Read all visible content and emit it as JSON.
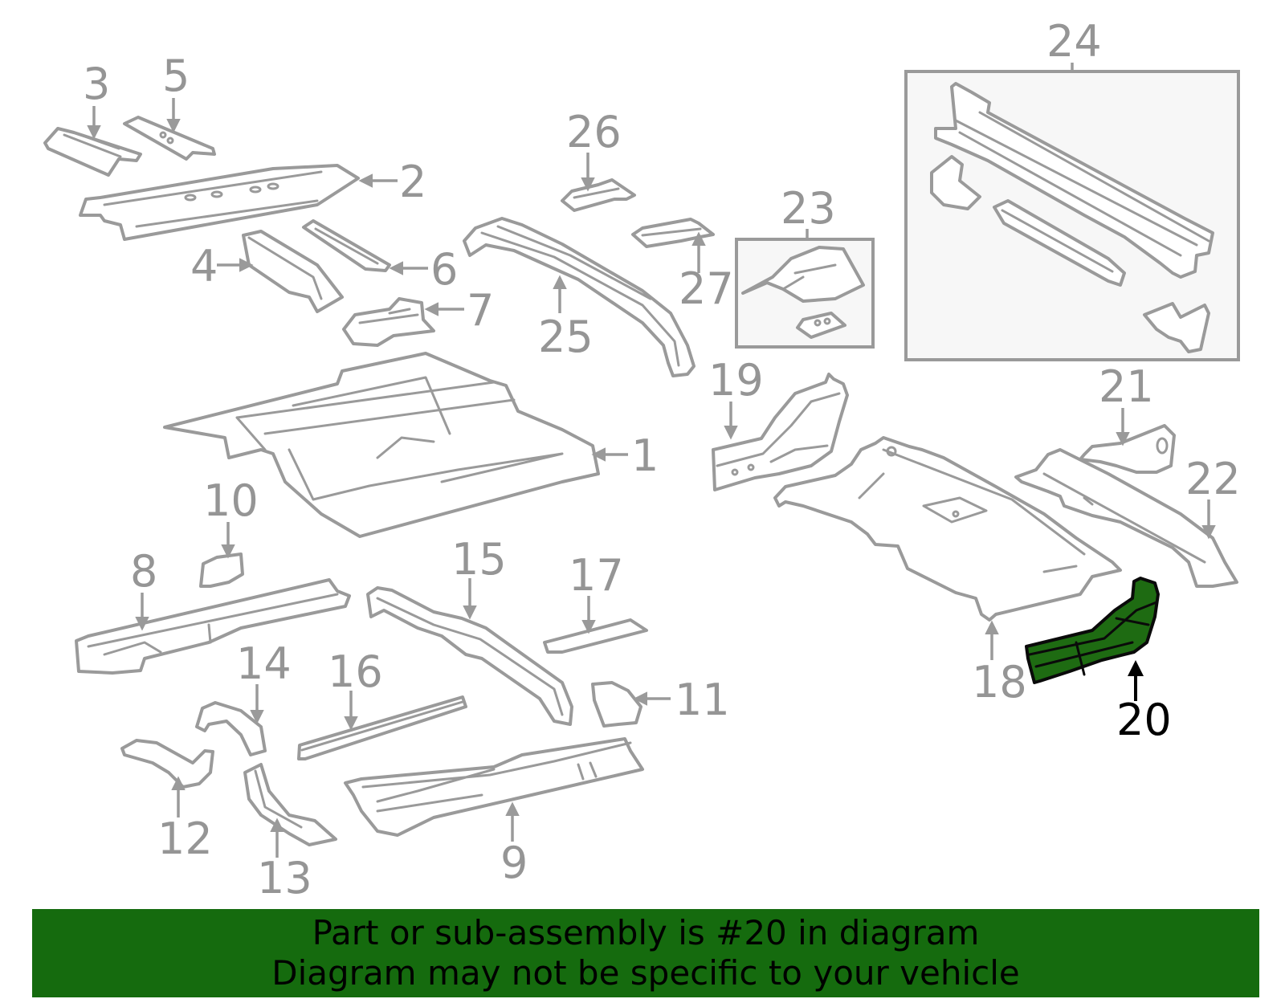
{
  "diagram": {
    "highlight_color": "#156b0e",
    "highlighted_part": "20",
    "callouts": [
      "1",
      "2",
      "3",
      "4",
      "5",
      "6",
      "7",
      "8",
      "9",
      "10",
      "11",
      "12",
      "13",
      "14",
      "15",
      "16",
      "17",
      "18",
      "19",
      "20",
      "21",
      "22",
      "23",
      "24",
      "25",
      "26",
      "27"
    ]
  },
  "banner": {
    "line1": "Part or sub-assembly is #20 in diagram",
    "line2": "Diagram may not be specific to your vehicle"
  }
}
